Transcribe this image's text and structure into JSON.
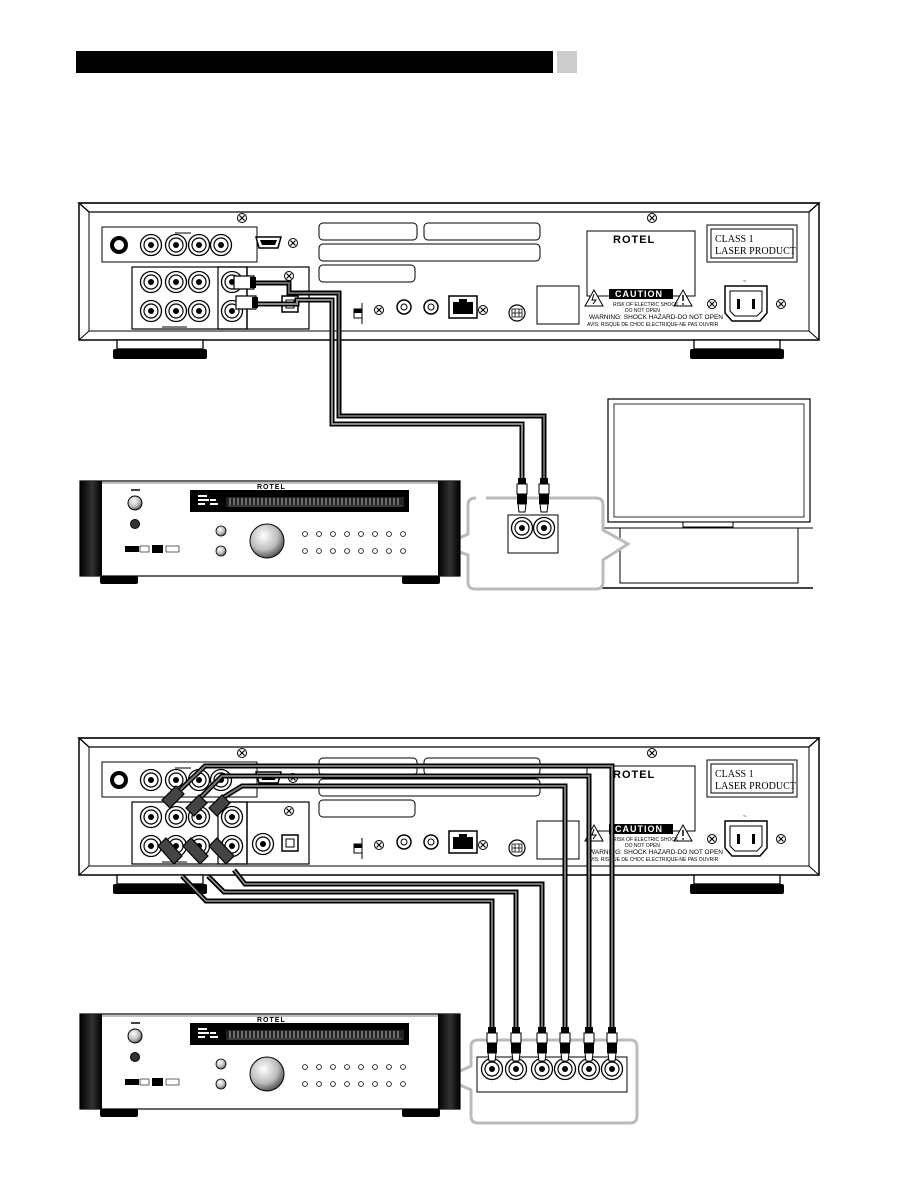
{
  "player_top": {
    "brand": "ROTEL",
    "laser_label": [
      "CLASS 1",
      "LASER PRODUCT"
    ],
    "caution": "CAUTION",
    "caution_sub": [
      "RISK OF ELECTRIC SHOCK",
      "DO NOT OPEN"
    ],
    "warning": "WARNING: SHOCK HAZARD-DO NOT OPEN",
    "warning_fr": "AVIS: RISQUE DE CHOC ELECTRIQUE-NE PAS OUVRIR",
    "ac_symbol": "~"
  },
  "amp_top": {
    "brand": "ROTEL"
  },
  "player_bottom": {
    "brand": "ROTEL",
    "laser_label": [
      "CLASS 1",
      "LASER PRODUCT"
    ],
    "caution": "CAUTION",
    "caution_sub": [
      "RISK OF ELECTRIC SHOCK",
      "DO NOT OPEN"
    ],
    "warning": "WARNING: SHOCK HAZARD-DO NOT OPEN",
    "warning_fr": "AVIS: RISQUE DE CHOC ELECTRIQUE-NE PAS OUVRIR",
    "ac_symbol": "~"
  },
  "amp_bottom": {
    "brand": "ROTEL"
  }
}
